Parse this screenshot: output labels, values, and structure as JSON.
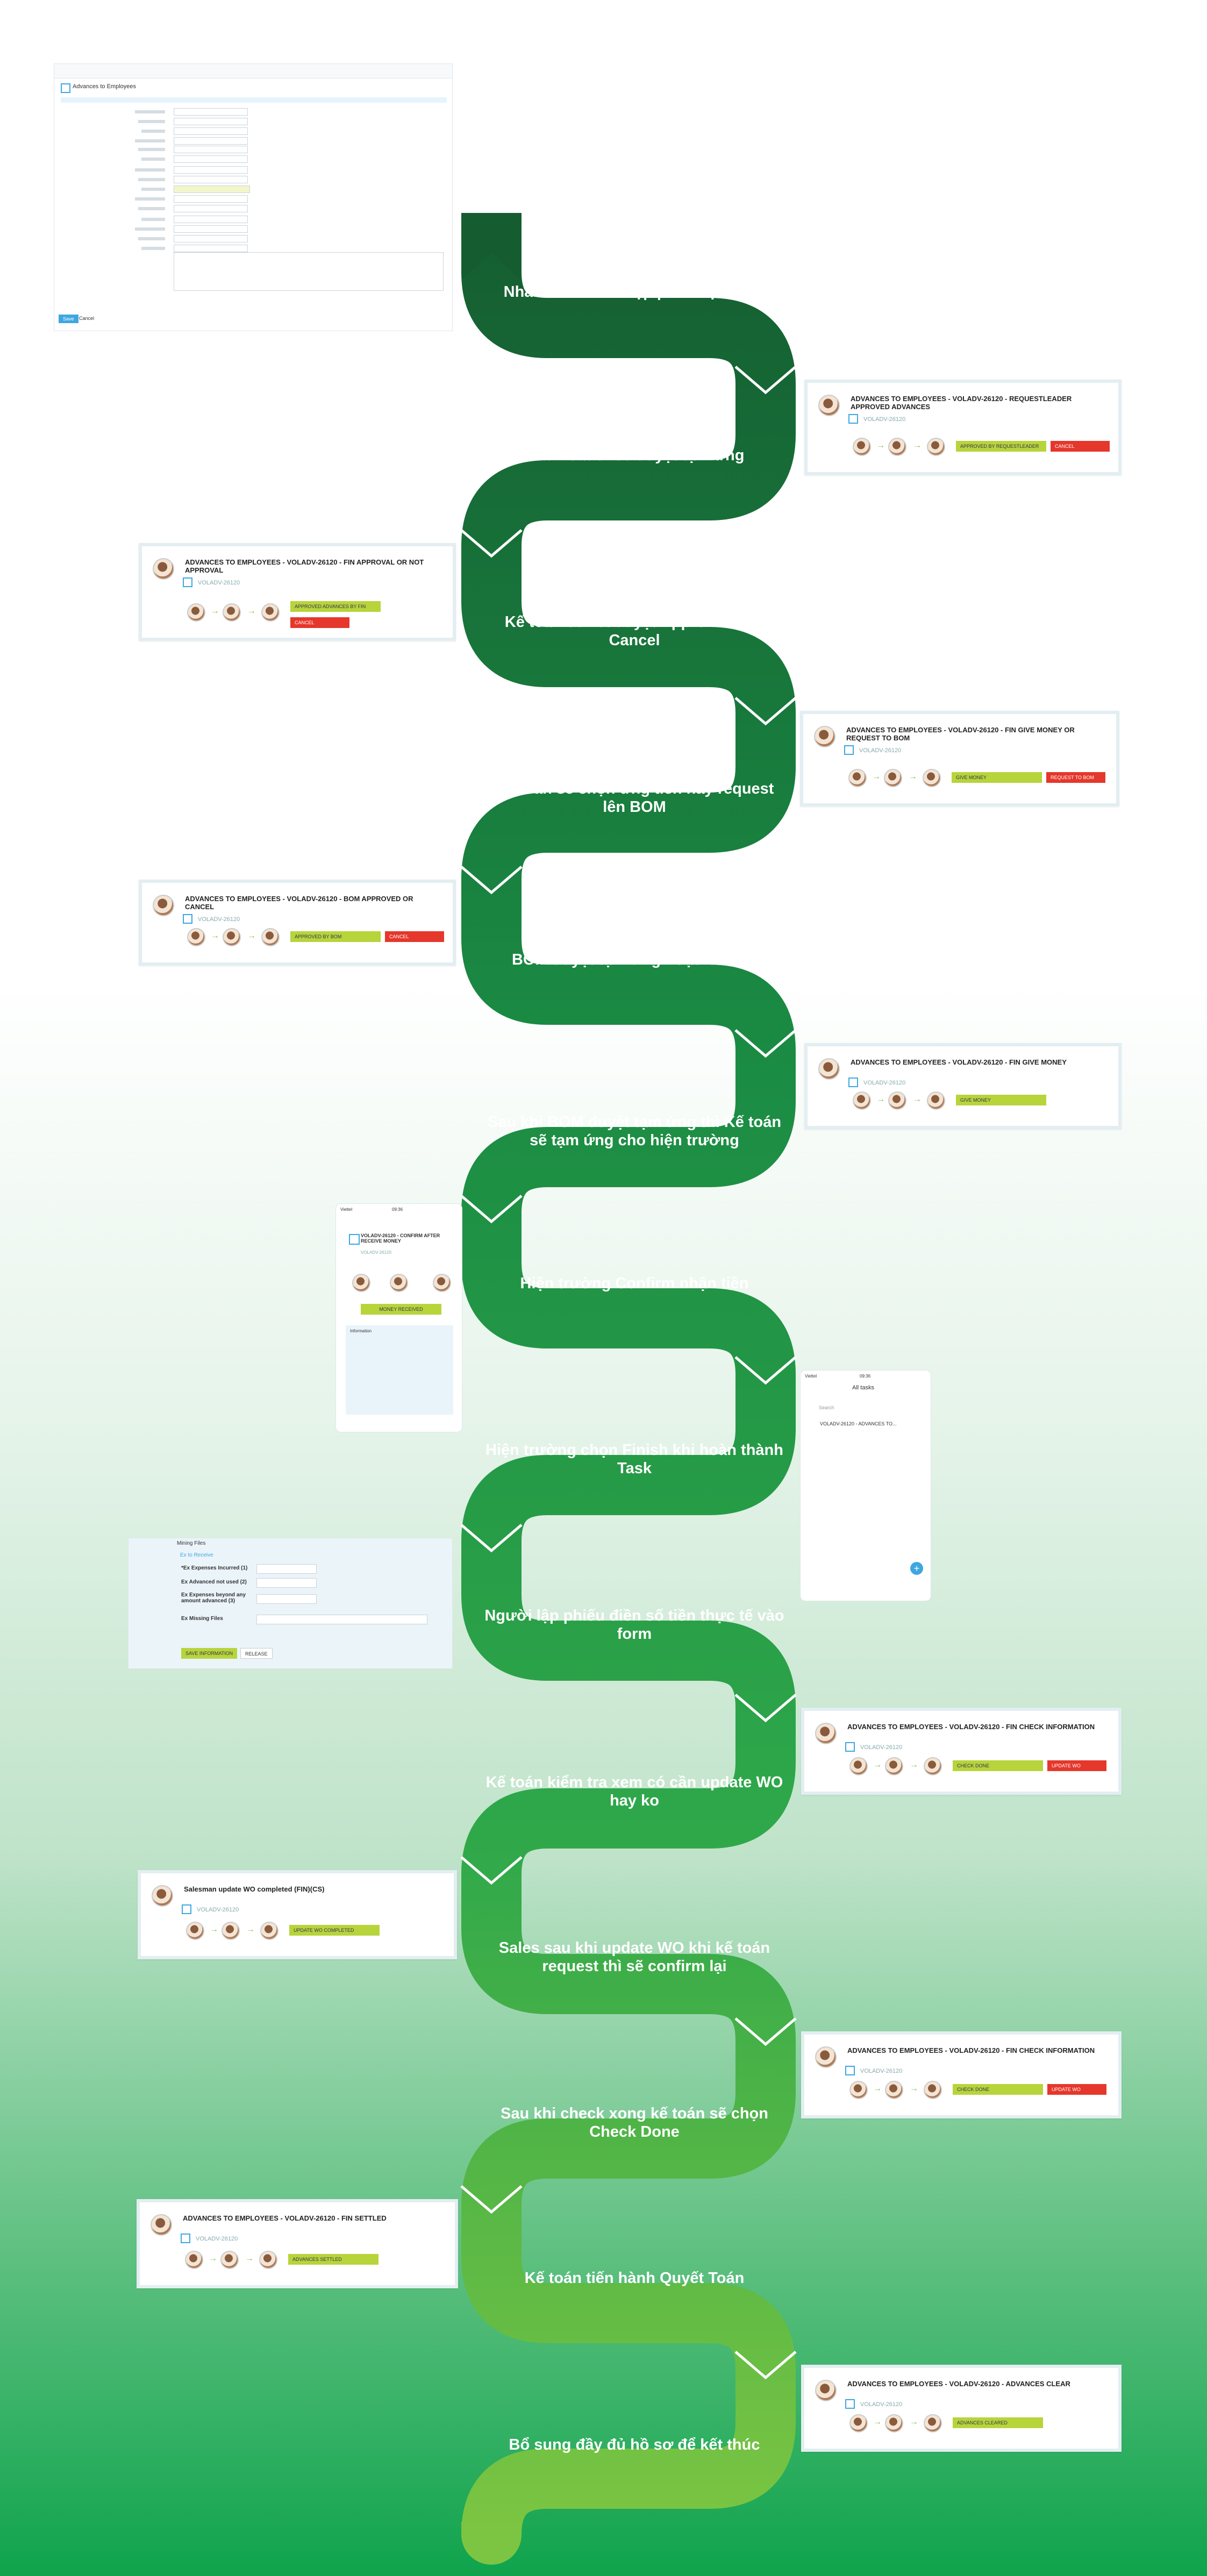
{
  "steps": [
    "Nhân viên CS sẽ lập phiếu tạm ứng",
    "Teamleader sẽ duyệt tạm ứng",
    "Kế toán sẽ xét duyệt Approved hay Cancel",
    "Kế toán sẽ chọn ứng tiền hay request lên BOM",
    "BOM duyệt tạm ứng hoặc Cancel",
    "Sau khi BOM duyệt tạm ứng thì Kế toán sẽ tạm ứng cho hiện trường",
    "Hiện trường Confirm nhận tiền",
    "Hiện trường chọn Finish khi hoàn thành Task",
    "Người lập phiếu điền số tiền thực tế vào form",
    "Kế toán kiểm tra xem có cần update WO hay ko",
    "Sales sau khi update WO khi kế toán request thì sẽ confirm lại",
    "Sau khi check xong kế toán sẽ chọn Check Done",
    "Kế toán tiến hành Quyết Toán",
    "Bổ sung đầy đủ hồ sơ để kết thúc"
  ],
  "cards": [
    {
      "title": "ADVANCES TO EMPLOYEES - VOLADV-26120 - REQUESTLEADER APPROVED ADVANCES",
      "sub": "VOLADV-26120",
      "buttons": [
        {
          "label": "APPROVED BY REQUESTLEADER",
          "type": "g"
        },
        {
          "label": "CANCEL",
          "type": "r"
        }
      ]
    },
    {
      "title": "ADVANCES TO EMPLOYEES - VOLADV-26120 - FIN APPROVAL OR NOT APPROVAL",
      "sub": "VOLADV-26120",
      "buttons": [
        {
          "label": "APPROVED ADVANCES BY FIN",
          "type": "g"
        },
        {
          "label": "CANCEL",
          "type": "r"
        }
      ]
    },
    {
      "title": "ADVANCES TO EMPLOYEES - VOLADV-26120 - FIN GIVE MONEY OR REQUEST TO BOM",
      "sub": "VOLADV-26120",
      "buttons": [
        {
          "label": "GIVE MONEY",
          "type": "g"
        },
        {
          "label": "REQUEST TO BOM",
          "type": "r"
        }
      ]
    },
    {
      "title": "ADVANCES TO EMPLOYEES - VOLADV-26120 - BOM APPROVED OR CANCEL",
      "sub": "VOLADV-26120",
      "buttons": [
        {
          "label": "APPROVED BY BOM",
          "type": "g"
        },
        {
          "label": "CANCEL",
          "type": "r"
        }
      ]
    },
    {
      "title": "ADVANCES TO EMPLOYEES - VOLADV-26120 - FIN GIVE MONEY",
      "sub": "VOLADV-26120",
      "buttons": [
        {
          "label": "GIVE MONEY",
          "type": "g"
        }
      ]
    },
    {
      "title": "ADVANCES TO EMPLOYEES - VOLADV-26120 - FIN CHECK INFORMATION",
      "sub": "VOLADV-26120",
      "buttons": [
        {
          "label": "CHECK DONE",
          "type": "g"
        },
        {
          "label": "UPDATE WO",
          "type": "r"
        }
      ]
    },
    {
      "title": "Salesman update WO completed (FIN)(CS)",
      "sub": "VOLADV-26120",
      "buttons": [
        {
          "label": "UPDATE WO COMPLETED",
          "type": "g"
        }
      ]
    },
    {
      "title": "ADVANCES TO EMPLOYEES - VOLADV-26120 - FIN CHECK INFORMATION",
      "sub": "VOLADV-26120",
      "buttons": [
        {
          "label": "CHECK DONE",
          "type": "g"
        },
        {
          "label": "UPDATE WO",
          "type": "r"
        }
      ]
    },
    {
      "title": "ADVANCES TO EMPLOYEES - VOLADV-26120 - FIN SETTLED",
      "sub": "VOLADV-26120",
      "buttons": [
        {
          "label": "ADVANCES SETTLED",
          "type": "g"
        }
      ]
    },
    {
      "title": "ADVANCES TO EMPLOYEES - VOLADV-26120 - ADVANCES CLEAR",
      "sub": "VOLADV-26120",
      "buttons": [
        {
          "label": "ADVANCES CLEARED",
          "type": "g"
        }
      ]
    }
  ],
  "phone_confirm": {
    "status": "Viettel",
    "time": "09:36",
    "title": "VOLADV-26120 - CONFIRM AFTER RECEIVE MONEY",
    "sub": "VOLADV-26120",
    "button": "MONEY RECEIVED",
    "section": "Information"
  },
  "phone_tasks": {
    "status": "Viettel",
    "time": "09:36",
    "title": "All tasks",
    "search": "Search",
    "item": "VOLADV-26120 - ADVANCES TO..."
  },
  "form_fill": {
    "header": "Mining Files",
    "section": "Ex to Receive",
    "fields": [
      "*Ex Expenses Incurred (1)",
      "Ex Advanced not used (2)",
      "Ex Expenses beyond any amount advanced (3)",
      "Ex Missing Files"
    ],
    "buttons": [
      "SAVE INFORMATION",
      "RELEASE"
    ]
  },
  "form_main": {
    "title": "Advances to Employees",
    "submit": "Save",
    "cancel": "Cancel"
  }
}
